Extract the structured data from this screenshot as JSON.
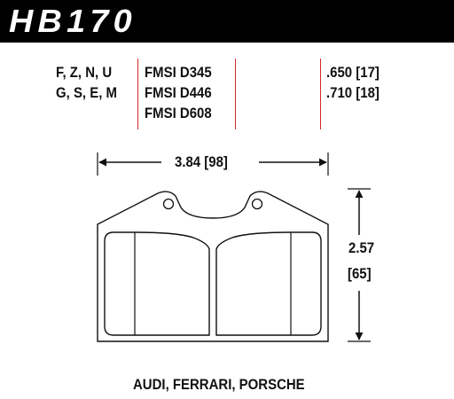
{
  "header": {
    "part_number": "HB170"
  },
  "compound_codes": {
    "line1": "F, Z, N, U",
    "line2": "G, S, E, M"
  },
  "fmsi_numbers": [
    "FMSI D345",
    "FMSI D446",
    "FMSI D608"
  ],
  "thickness": {
    "line1": ".650 [17]",
    "line2": ".710 [18]"
  },
  "dimensions": {
    "width": "3.84 [98]",
    "height_in": "2.57",
    "height_mm": "[65]"
  },
  "applications": "AUDI, FERRARI, PORSCHE",
  "colors": {
    "header_bg": "#000000",
    "header_text": "#ffffff",
    "divider": "#d42a2a",
    "line": "#111111"
  }
}
